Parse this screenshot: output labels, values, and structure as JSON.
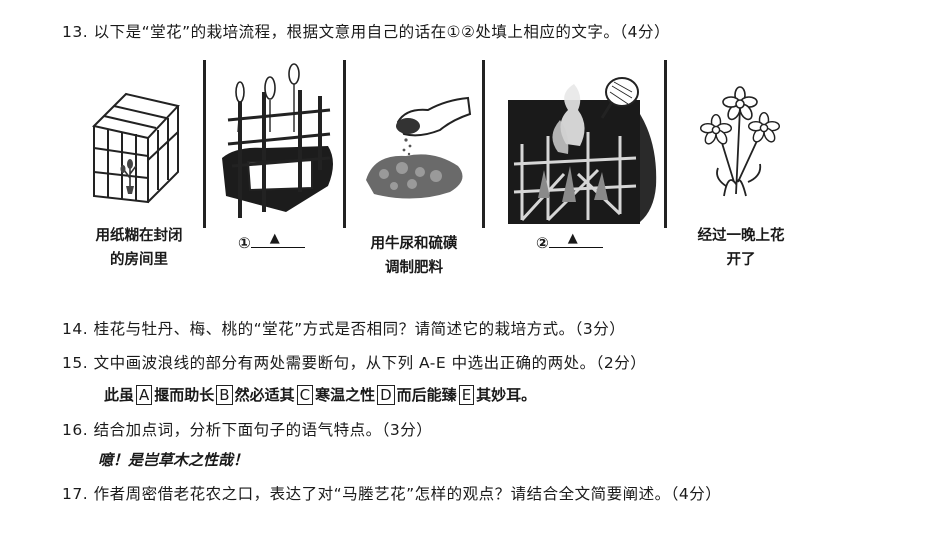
{
  "q13": "13. 以下是“堂花”的栽培流程，根据文意用自己的话在①②处填上相应的文字。（4分）",
  "steps": {
    "s1_line1": "用纸糊在封闭",
    "s1_line2": "的房间里",
    "s2_num": "①",
    "s2_mark": "▲",
    "s3_line1": "用牛尿和硫磺",
    "s3_line2": "调制肥料",
    "s4_num": "②",
    "s4_mark": "▲",
    "s5_line1": "经过一晚上花",
    "s5_line2": "开了"
  },
  "q14": "14. 桂花与牡丹、梅、桃的“堂花”方式是否相同？请简述它的栽培方式。（3分）",
  "q15": "15. 文中画波浪线的部分有两处需要断句，从下列 A-E 中选出正确的两处。（2分）",
  "q15_line": {
    "t0": "此虽",
    "A": "A",
    "t1": "揠而助长",
    "B": "B",
    "t2": "然必适其",
    "C": "C",
    "t3": "寒温之性",
    "D": "D",
    "t4": "而后能臻",
    "E": "E",
    "t5": "其妙耳。"
  },
  "q16": "16. 结合加点词，分析下面句子的语气特点。（3分）",
  "q16_line": "噫！是岂草木之性哉！",
  "q17": "17. 作者周密借老花农之口，表达了对“马塍艺花”怎样的观点？请结合全文简要阐述。（4分）",
  "icons": [
    "greenhouse-icon",
    "bamboo-frame-icon",
    "fertilizer-hand-icon",
    "smoke-fan-icon",
    "flowers-icon"
  ]
}
